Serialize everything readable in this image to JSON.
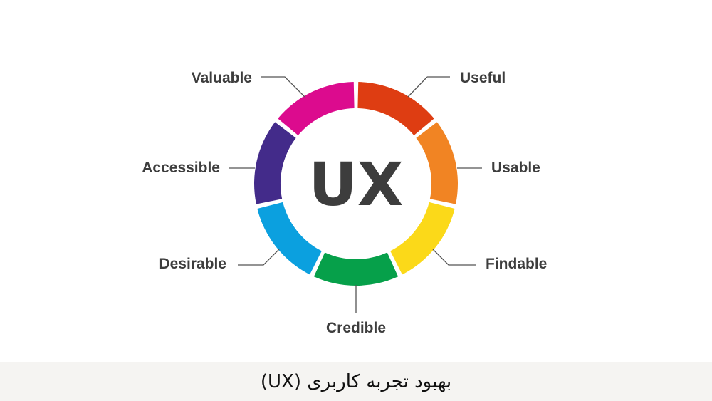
{
  "center_label": "UX",
  "segments": [
    {
      "label": "Useful",
      "color": "#de3d12"
    },
    {
      "label": "Usable",
      "color": "#f18423"
    },
    {
      "label": "Findable",
      "color": "#fbd919"
    },
    {
      "label": "Credible",
      "color": "#06a04a"
    },
    {
      "label": "Desirable",
      "color": "#0ba0df"
    },
    {
      "label": "Accessible",
      "color": "#432b8a"
    },
    {
      "label": "Valuable",
      "color": "#dc0b8e"
    }
  ],
  "caption": "بهبود تجربه کاربری (UX)"
}
